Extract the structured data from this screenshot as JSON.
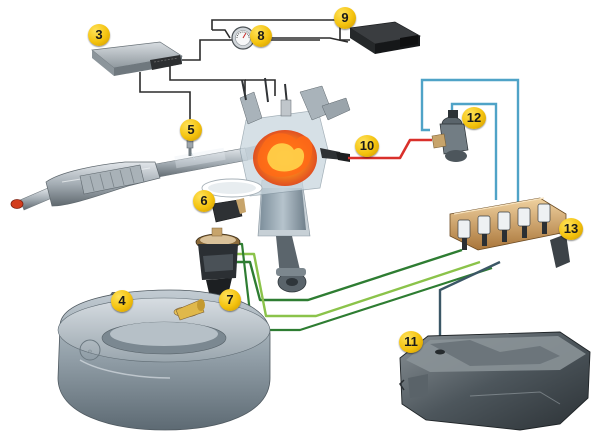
{
  "callouts": [
    {
      "id": "1",
      "label": "3"
    },
    {
      "id": "2",
      "label": "8"
    },
    {
      "id": "3",
      "label": "9"
    },
    {
      "id": "4",
      "label": "5"
    },
    {
      "id": "5",
      "label": "12"
    },
    {
      "id": "6",
      "label": "10"
    },
    {
      "id": "7",
      "label": "6"
    },
    {
      "id": "8",
      "label": "13"
    },
    {
      "id": "9",
      "label": "4"
    },
    {
      "id": "10",
      "label": "7"
    },
    {
      "id": "11",
      "label": "11"
    }
  ],
  "colors": {
    "wire": "#2b2b2b",
    "gas_line_dark": "#2e7d32",
    "gas_line_light": "#8bc34a",
    "petrol_line": "#4fa3c7",
    "high_pressure_line": "#d9302b",
    "badge": "#f4c20d",
    "tank": "#8e9aa3"
  },
  "icons": [
    "ecu-icon",
    "gauge-icon",
    "sensor-icon",
    "engine-icon",
    "fuel-pump-icon",
    "injector-rail-icon",
    "lpg-tank-icon",
    "petrol-tank-icon",
    "catalytic-converter-icon",
    "solenoid-valve-icon"
  ]
}
